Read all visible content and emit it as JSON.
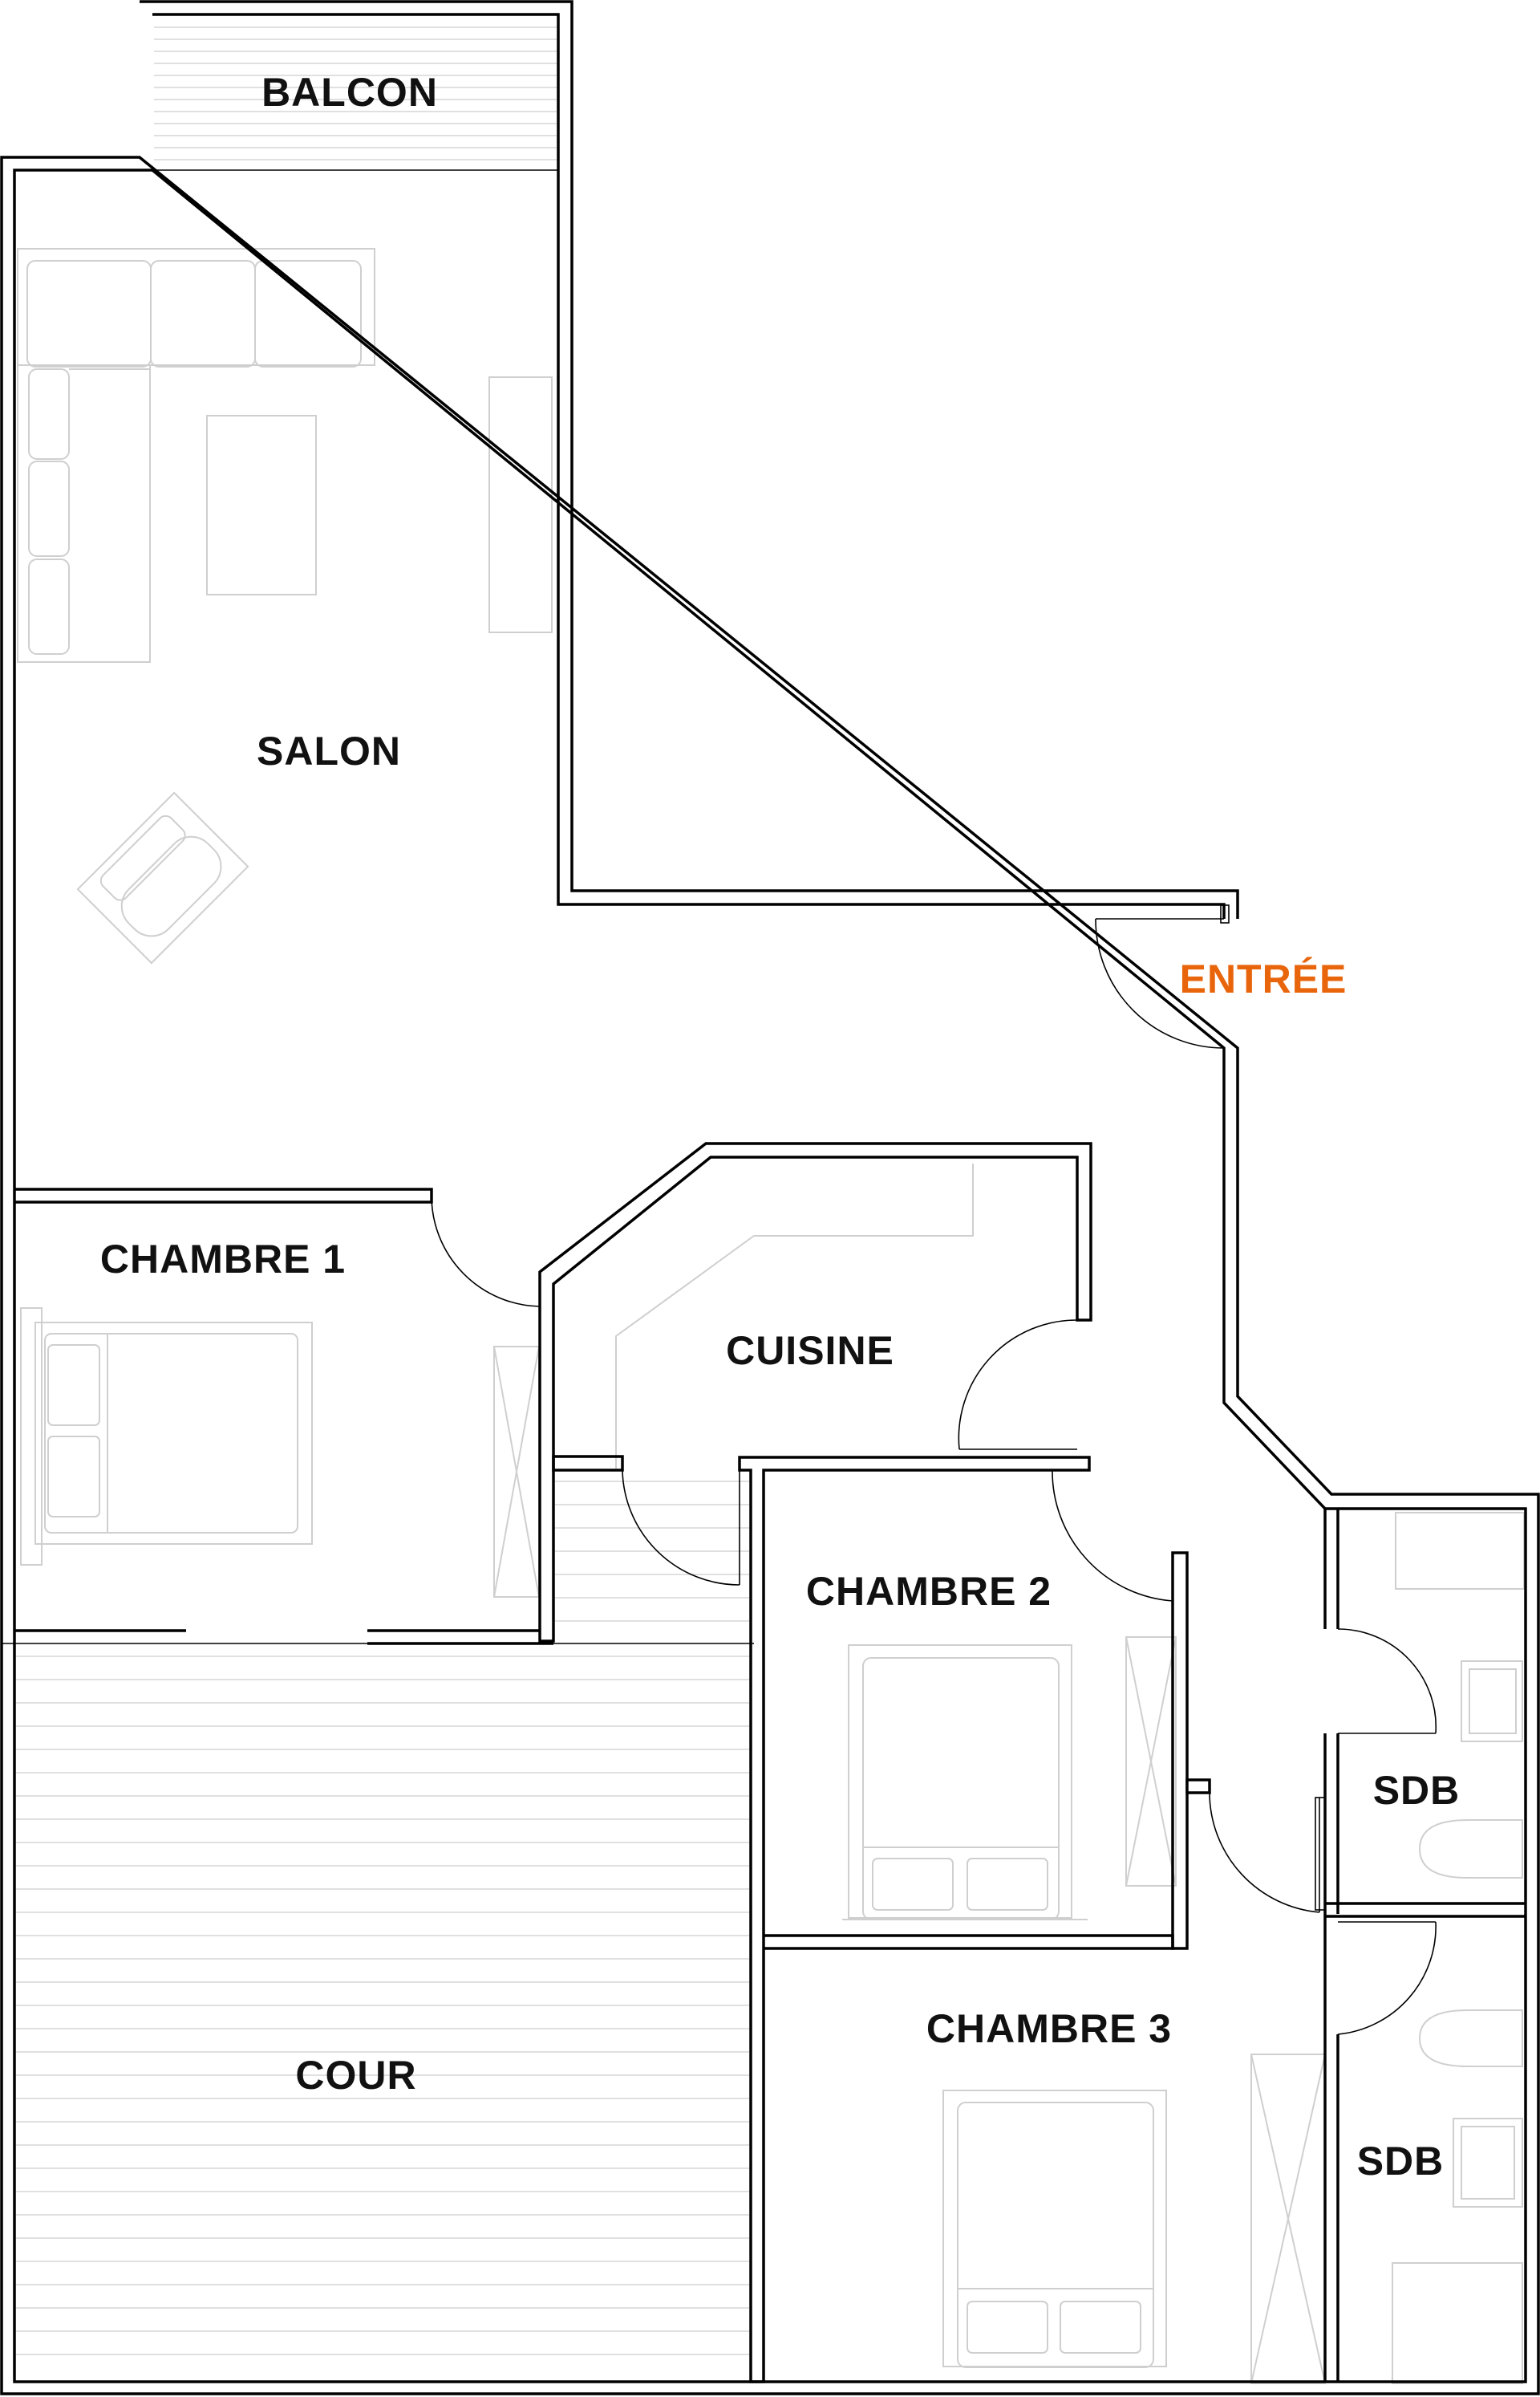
{
  "plan": {
    "accent_color": "#e8650c",
    "label_color": "#111111",
    "rooms": {
      "balcon": "BALCON",
      "salon": "SALON",
      "entree": "ENTRÉE",
      "chambre1": "CHAMBRE 1",
      "cuisine": "CUISINE",
      "chambre2": "CHAMBRE 2",
      "sdb_top": "SDB",
      "chambre3": "CHAMBRE 3",
      "cour": "COUR",
      "sdb_bottom": "SDB"
    }
  }
}
